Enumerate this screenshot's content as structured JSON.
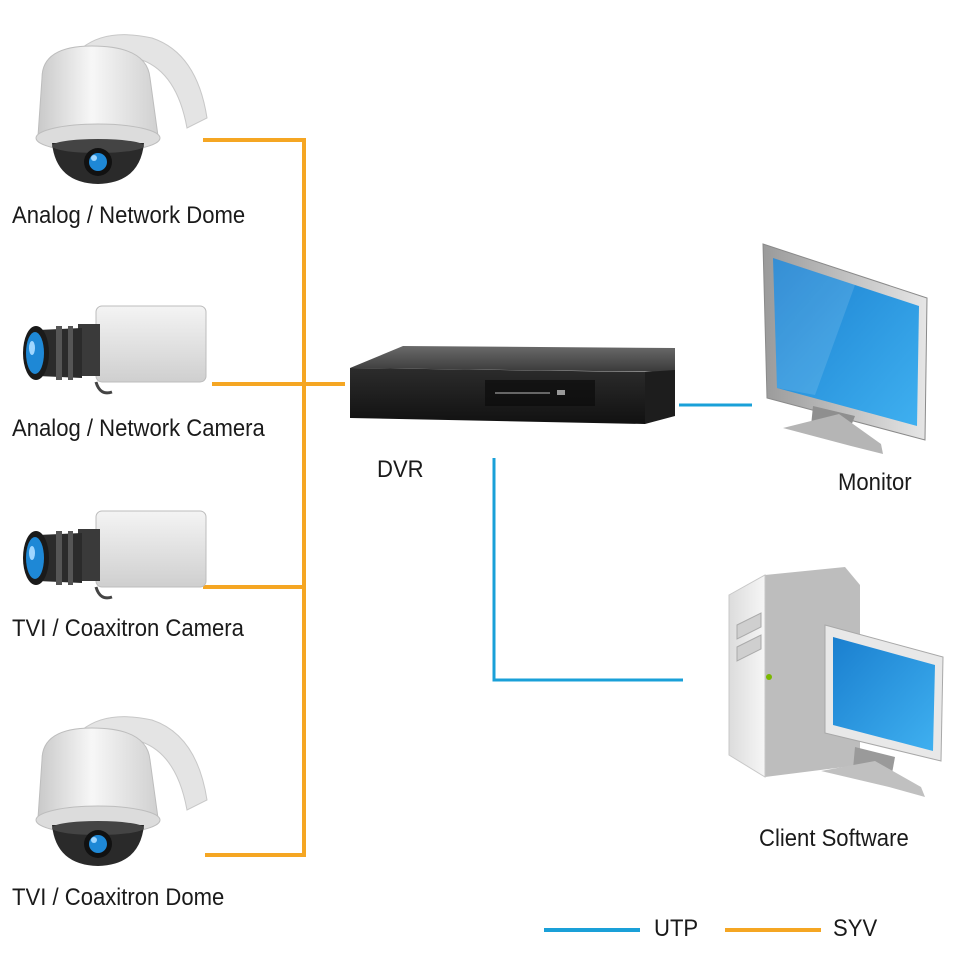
{
  "colors": {
    "syv": "#F5A623",
    "utp": "#1AA0D8",
    "background": "#FFFFFF",
    "text": "#1A1A1A"
  },
  "devices": {
    "dome_top": {
      "label": "Analog / Network Dome",
      "icon": "dome-camera-icon"
    },
    "box_top": {
      "label": "Analog / Network Camera",
      "icon": "box-camera-icon"
    },
    "box_bottom": {
      "label": "TVI / Coaxitron Camera",
      "icon": "box-camera-icon"
    },
    "dome_bottom": {
      "label": "TVI / Coaxitron Dome",
      "icon": "dome-camera-icon"
    },
    "dvr": {
      "label": "DVR",
      "icon": "dvr-recorder-icon"
    },
    "monitor": {
      "label": "Monitor",
      "icon": "monitor-icon"
    },
    "client": {
      "label": "Client Software",
      "icon": "desktop-computer-icon"
    }
  },
  "legend": [
    {
      "label": "UTP",
      "color": "#1AA0D8"
    },
    {
      "label": "SYV",
      "color": "#F5A623"
    }
  ]
}
